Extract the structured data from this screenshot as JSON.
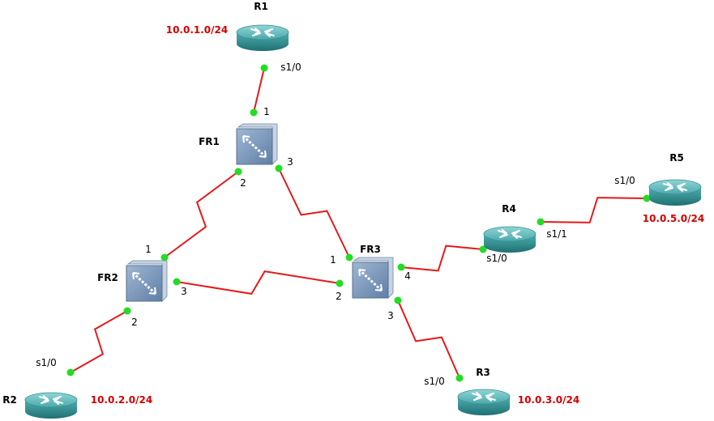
{
  "colors": {
    "link": "#e31a1a",
    "port_dot": "#22dd22",
    "router_body": "#3a9a9a",
    "router_top": "#62c0c0",
    "switch_face": "#7f9bbd",
    "network_label": "#d40000"
  },
  "routers": [
    {
      "id": "R1",
      "name": "R1",
      "network": "10.0.1.0/24",
      "icon": "router-icon"
    },
    {
      "id": "R2",
      "name": "R2",
      "network": "10.0.2.0/24",
      "icon": "router-icon"
    },
    {
      "id": "R3",
      "name": "R3",
      "network": "10.0.3.0/24",
      "icon": "router-icon"
    },
    {
      "id": "R4",
      "name": "R4",
      "network": "",
      "icon": "router-icon"
    },
    {
      "id": "R5",
      "name": "R5",
      "network": "10.0.5.0/24",
      "icon": "router-icon"
    }
  ],
  "switches": [
    {
      "id": "FR1",
      "name": "FR1",
      "icon": "frame-relay-switch-icon"
    },
    {
      "id": "FR2",
      "name": "FR2",
      "icon": "frame-relay-switch-icon"
    },
    {
      "id": "FR3",
      "name": "FR3",
      "icon": "frame-relay-switch-icon"
    }
  ],
  "links": [
    {
      "from": "R1",
      "from_port": "s1/0",
      "to": "FR1",
      "to_port": "1"
    },
    {
      "from": "FR1",
      "from_port": "2",
      "to": "FR2",
      "to_port": "1"
    },
    {
      "from": "FR1",
      "from_port": "3",
      "to": "FR3",
      "to_port": "1"
    },
    {
      "from": "FR2",
      "from_port": "3",
      "to": "FR3",
      "to_port": "2"
    },
    {
      "from": "FR2",
      "from_port": "2",
      "to": "R2",
      "to_port": "s1/0"
    },
    {
      "from": "FR3",
      "from_port": "3",
      "to": "R3",
      "to_port": "s1/0"
    },
    {
      "from": "FR3",
      "from_port": "4",
      "to": "R4",
      "to_port": "s1/0"
    },
    {
      "from": "R4",
      "from_port": "s1/1",
      "to": "R5",
      "to_port": "s1/0"
    }
  ]
}
